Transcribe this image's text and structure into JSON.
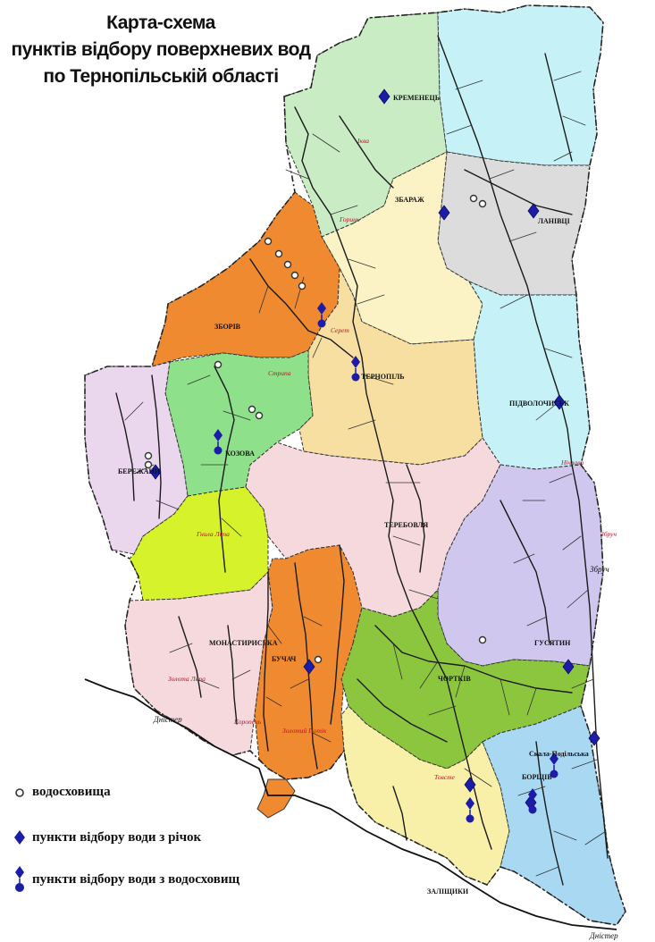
{
  "title": {
    "line1": "Карта-схема",
    "line2": "пунктів відбору поверхневих вод",
    "line3": "по Тернопільській області"
  },
  "legend": {
    "reservoirs": "водосховища",
    "river_points": "пункти відбору води з річок",
    "reservoir_points": "пункти відбору води з водосховищ"
  },
  "towns": {
    "kremenets": "КРЕМЕНЕЦЬ",
    "zboriv": "ЗБОРІВ",
    "ternopil": "ТЕРНОПІЛЬ",
    "kozova": "КОЗОВА",
    "berezhany": "БЕРЕЖАНИ",
    "terebovlia": "ТЕРЕБОВЛЯ",
    "monastyryska": "МОНАСТИРИСЬКА",
    "buchach": "БУЧАЧ",
    "chortkiv": "ЧОРТКІВ",
    "husiatyn": "ГУСЯТИН",
    "zalishchyky": "ЗАЛІЩИКИ",
    "borshchiv": "БОРЩІВ",
    "pidvolochysk": "ПІДВОЛОЧИСЬК",
    "lanivtsi": "ЛАНІВЦІ",
    "zbarazh": "ЗБАРАЖ",
    "skala": "Скала-Подільська"
  },
  "water_labels": {
    "dnister_1": "Дністер",
    "dnister_2": "Дністер",
    "zbruch": "Збруч",
    "seret": "Серет",
    "strypa": "Стрипа",
    "horyn": "Горинь",
    "ikva": "Іква",
    "zolota_lypa": "Золота Липа",
    "koropets": "Коропець",
    "nichlava": "Нічлава",
    "zolotyi_potik": "Золотий Потік",
    "hnyla_lypa": "Гнила Липа",
    "tovste": "Товсте",
    "zbruch_2": "Збруч"
  },
  "colors": {
    "north_green": "#c9ecc4",
    "cyan": "#c6f1f7",
    "grey": "#dcdcdc",
    "cream": "#fbf3c6",
    "orange": "#f08a30",
    "mint": "#8fe08a",
    "pink_purple": "#ead7ee",
    "lime": "#d6f22b",
    "light_pink": "#f6d9dc",
    "tan": "#f6dfa0",
    "lavender": "#cfc7ee",
    "grass": "#8cc63f",
    "sky_blue": "#a9d8f3",
    "pale_yellow": "#f8f0a8",
    "marker": "#1c1ca8",
    "river": "#1a1a1a"
  },
  "icons": {
    "reservoir": "reservoir-circle-icon",
    "river_point": "diamond-marker-icon",
    "reservoir_point": "diamond-pin-marker-icon"
  }
}
